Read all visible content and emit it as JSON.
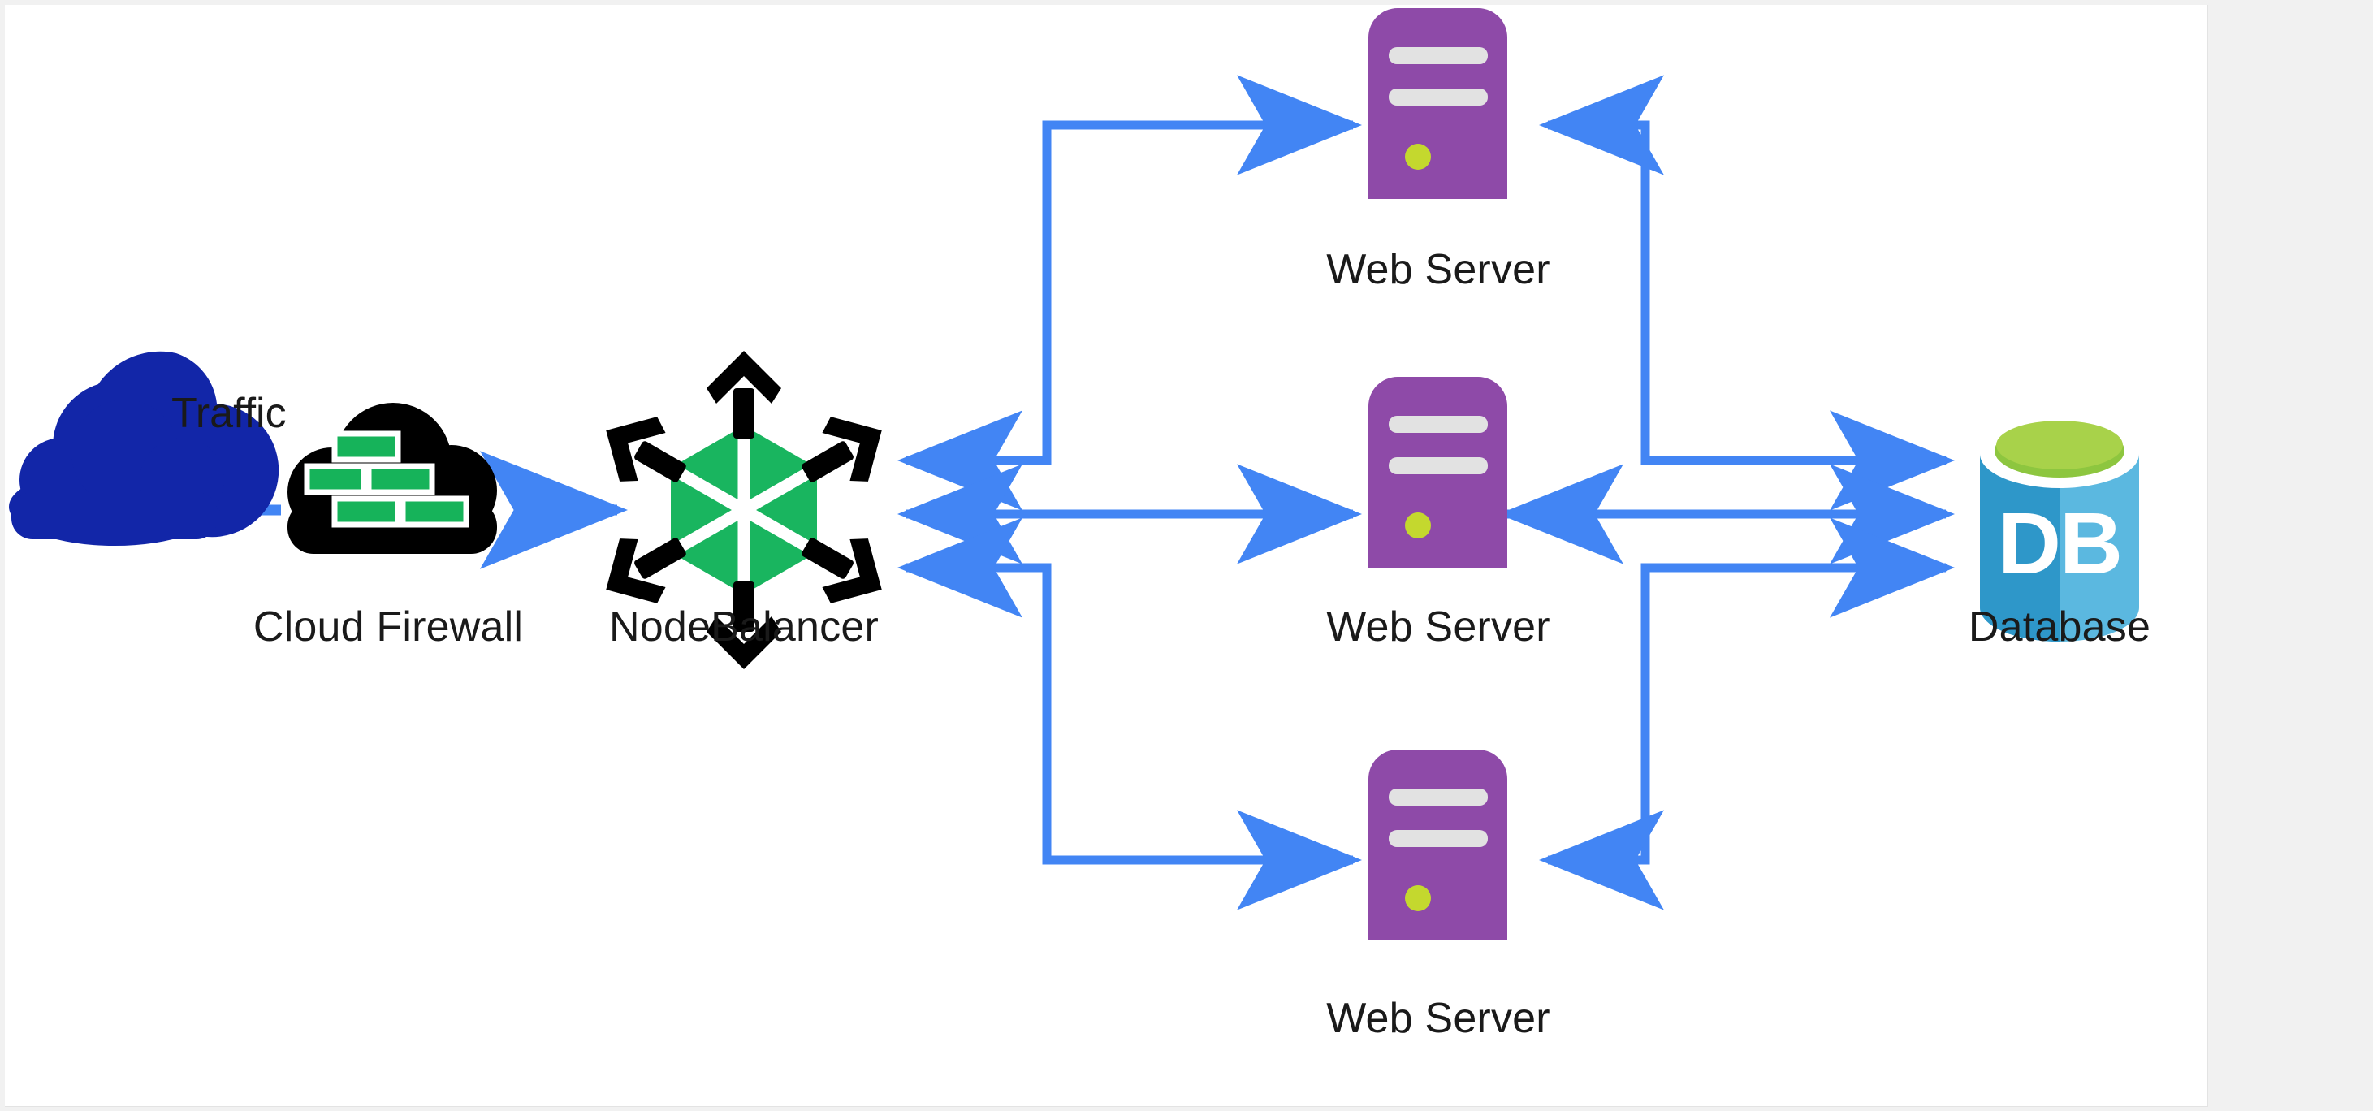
{
  "diagram": {
    "title": "NodeBalancer load-balanced web application architecture",
    "background_color": "#f1f1f1",
    "canvas_color": "#ffffff",
    "connector_color": "#4285f4",
    "nodes": [
      {
        "id": "internet-cloud",
        "icon": "cloud-icon",
        "label": "",
        "color": "#1226a8"
      },
      {
        "id": "cloud-firewall",
        "icon": "firewall-icon",
        "label": "Cloud Firewall",
        "color": "#000000",
        "accent_color": "#16b35a"
      },
      {
        "id": "nodebalancer",
        "icon": "nodebalancer-icon",
        "label": "NodeBalancer",
        "color": "#000000",
        "accent_color": "#19b55f"
      },
      {
        "id": "web-server-top",
        "icon": "server-icon",
        "label": "Web Server",
        "color": "#8e4aa8",
        "status_color": "#c4d82e"
      },
      {
        "id": "web-server-middle",
        "icon": "server-icon",
        "label": "Web Server",
        "color": "#8e4aa8",
        "status_color": "#c4d82e"
      },
      {
        "id": "web-server-bottom",
        "icon": "server-icon",
        "label": "Web Server",
        "color": "#8e4aa8",
        "status_color": "#c4d82e"
      },
      {
        "id": "database",
        "icon": "database-cylinder-icon",
        "label": "Database",
        "badge": "DB",
        "color": "#3aa3d4",
        "accent_color": "#8dc63f"
      }
    ],
    "edge_labels": {
      "traffic": "Traffic"
    },
    "node_labels": {
      "cloud_firewall": "Cloud Firewall",
      "nodebalancer": "NodeBalancer",
      "web_server_top": "Web Server",
      "web_server_middle": "Web Server",
      "web_server_bottom": "Web Server",
      "database": "Database",
      "database_badge": "DB"
    },
    "connections": [
      {
        "from": "internet-cloud",
        "to": "cloud-firewall",
        "style": "line",
        "arrow": "none"
      },
      {
        "from": "cloud-firewall",
        "to": "nodebalancer",
        "style": "line",
        "arrow": "forward"
      },
      {
        "from": "nodebalancer",
        "to": "web-server-top",
        "style": "orthogonal",
        "arrow": "forward"
      },
      {
        "from": "web-server-top",
        "to": "nodebalancer",
        "style": "orthogonal",
        "arrow": "forward"
      },
      {
        "from": "nodebalancer",
        "to": "web-server-middle",
        "style": "line",
        "arrow": "both"
      },
      {
        "from": "nodebalancer",
        "to": "web-server-bottom",
        "style": "orthogonal",
        "arrow": "forward"
      },
      {
        "from": "web-server-top",
        "to": "database",
        "style": "orthogonal",
        "arrow": "forward"
      },
      {
        "from": "web-server-middle",
        "to": "database",
        "style": "line",
        "arrow": "both"
      },
      {
        "from": "database",
        "to": "web-server-bottom",
        "style": "orthogonal",
        "arrow": "forward"
      }
    ]
  }
}
